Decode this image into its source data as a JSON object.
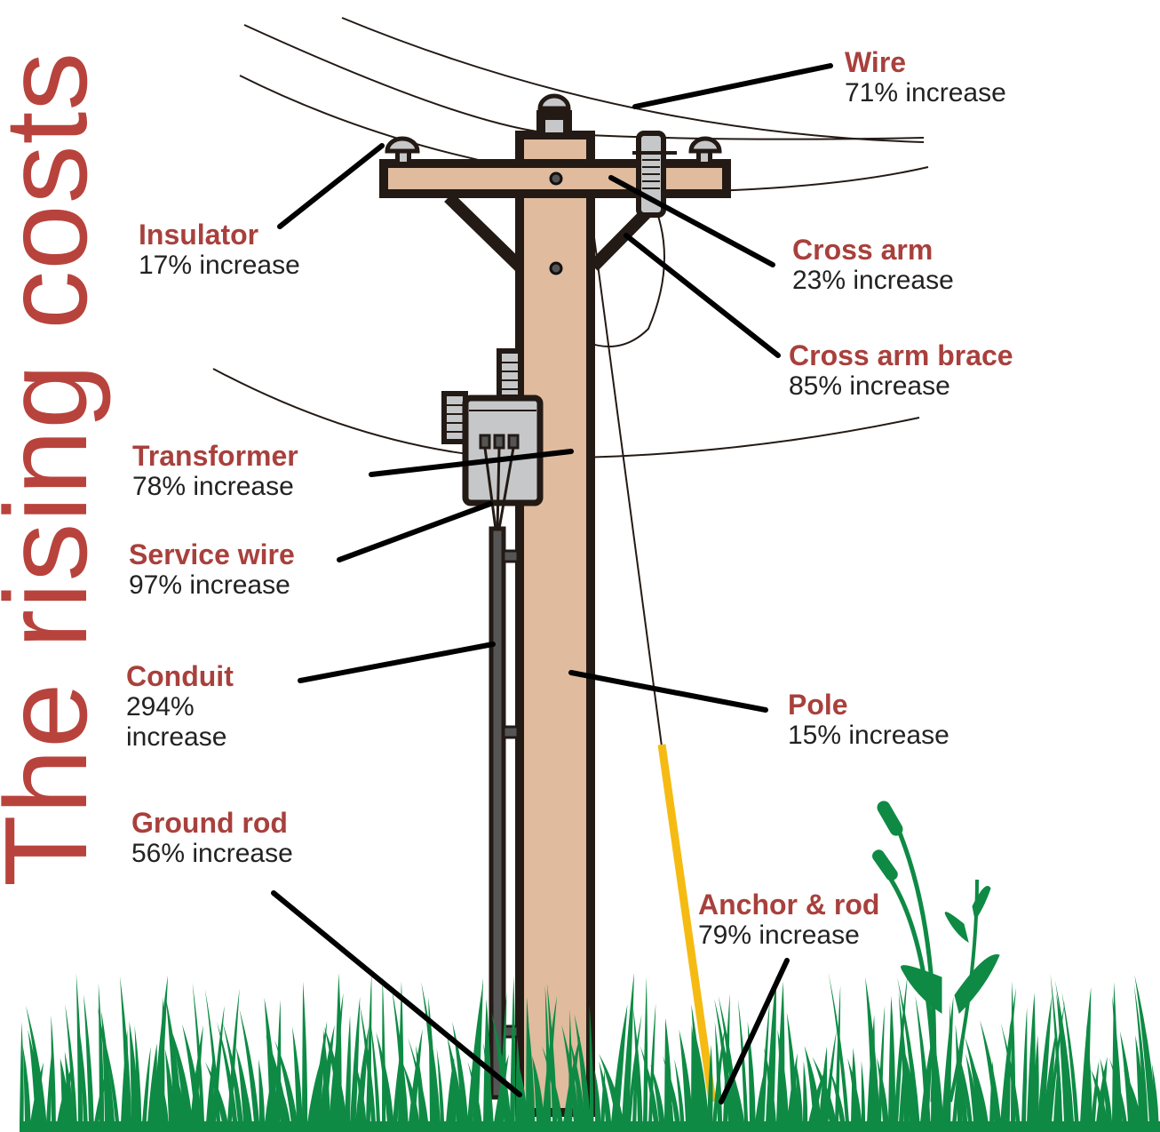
{
  "title": "The rising costs",
  "colors": {
    "title": "#b8433d",
    "label_name": "#a8403c",
    "label_value": "#222222",
    "pole_wood": "#e0bb9e",
    "outline": "#231a15",
    "hardware": "#c6c7c9",
    "grass": "#0e8a44",
    "anchor_rod": "#f5bb12"
  },
  "components": [
    {
      "id": "wire",
      "name": "Wire",
      "value": "71% increase",
      "percent": 71
    },
    {
      "id": "insulator",
      "name": "Insulator",
      "value": "17% increase",
      "percent": 17
    },
    {
      "id": "cross-arm",
      "name": "Cross arm",
      "value": "23% increase",
      "percent": 23
    },
    {
      "id": "cross-arm-brace",
      "name": "Cross arm brace",
      "value": "85% increase",
      "percent": 85
    },
    {
      "id": "transformer",
      "name": "Transformer",
      "value": "78% increase",
      "percent": 78
    },
    {
      "id": "service-wire",
      "name": "Service wire",
      "value": "97% increase",
      "percent": 97
    },
    {
      "id": "conduit",
      "name": "Conduit",
      "value": "294% increase",
      "value_line1": "294%",
      "value_line2": "increase",
      "percent": 294
    },
    {
      "id": "pole",
      "name": "Pole",
      "value": "15% increase",
      "percent": 15
    },
    {
      "id": "ground-rod",
      "name": "Ground rod",
      "value": "56% increase",
      "percent": 56
    },
    {
      "id": "anchor-rod",
      "name": "Anchor & rod",
      "value": "79% increase",
      "percent": 79
    }
  ]
}
